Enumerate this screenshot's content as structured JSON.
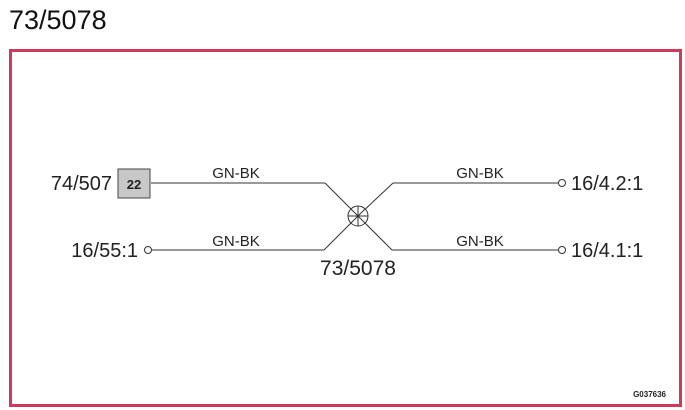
{
  "title": "73/5078",
  "diagram": {
    "splice_label": "73/5078",
    "left_top": {
      "connector": "74/507",
      "pin": "22",
      "wire": "GN-BK"
    },
    "left_bottom": {
      "connector": "16/55:1",
      "wire": "GN-BK"
    },
    "right_top": {
      "connector": "16/4.2:1",
      "wire": "GN-BK"
    },
    "right_bottom": {
      "connector": "16/4.1:1",
      "wire": "GN-BK"
    },
    "drawing_code": "G037636",
    "colors": {
      "frame": "#d03a5a",
      "line": "#333333",
      "pin_fill": "#c8c8c8"
    }
  }
}
